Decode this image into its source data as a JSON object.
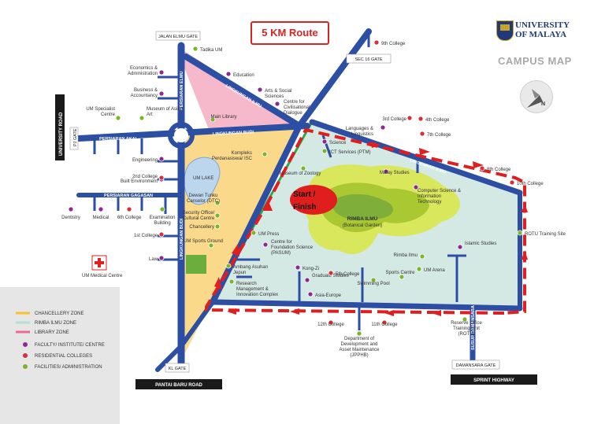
{
  "route_title": "5 KM Route",
  "brand": {
    "line1": "UNIVERSITY",
    "line2": "OF MALAYA",
    "subtitle": "CAMPUS MAP",
    "compass_letter": "N"
  },
  "start_finish": {
    "line1": "Start /",
    "line2": "Finish"
  },
  "gates": {
    "jalan_elmu": "JALAN ELMU GATE",
    "sec16": "SEC 16 GATE",
    "pj": "PJ GATE",
    "kl": "KL GATE",
    "damansara": "DAMANSARA GATE"
  },
  "black_labels": {
    "university_road": "UNIVERSITY ROAD",
    "pantai_baru": "PANTAI BARU ROAD",
    "sprint": "SPRINT HIGHWAY"
  },
  "roads": {
    "persiaran_elmu": "PERSIARAN ELMU",
    "lingkungan_ilmu": "LINGKUNGAN ILMU",
    "persiaran_akal": "PERSIARAN AKAL",
    "lingkungan_budi": "LINGKUNGAN BUDI",
    "persiaran_gagasan": "PERSIARAN GAGASAN",
    "lingkungan_budi_v": "LINGKUNGAN BUDI",
    "persiaran_bernas": "PERSIARAN BERNAS",
    "susur_damansara": "SUSUR DAMANSARA",
    "lingkaran_ilmu": "LINGKARAN ILMU"
  },
  "areas": {
    "um_lake": "UM LAKE",
    "rimba_ilmu": "RIMBA ILMU",
    "botanical": "(Botanical Garden)",
    "um_medical": "UM Medical Centre"
  },
  "legend": {
    "chancellery": "CHANCELLERY ZONE",
    "rimba": "RIMBA ILMU ZONE",
    "library": "LIBRARY ZONE",
    "faculty": "FACULTY/ INSTITUTE/ CENTRE",
    "residential": "RESIDENTIAL COLLEGES",
    "facilities": "FACILITIES/ ADMINISTRATION"
  },
  "colors": {
    "road": "#2c4ea3",
    "library_zone": "#f5b9cb",
    "chancellery_zone": "#fbd98a",
    "rimba_zone": "#d5e9e4",
    "route": "#e01e1e",
    "boundary": "#2fa84a",
    "faculty": "#8c2a8e",
    "residential": "#d6303a",
    "facilities": "#7bb52c"
  },
  "places": [
    {
      "name": "Tadika UM",
      "type": "facilities"
    },
    {
      "name": "Education",
      "type": "faculty"
    },
    {
      "name": "Arts & Social Sciences",
      "type": "faculty"
    },
    {
      "name": "Centre for Civilisational Dialogue",
      "type": "faculty"
    },
    {
      "name": "Economics & Administration",
      "type": "faculty"
    },
    {
      "name": "Business & Accountancy",
      "type": "faculty"
    },
    {
      "name": "UM Specialist Centre",
      "type": "facilities"
    },
    {
      "name": "Museum of Asian Art",
      "type": "facilities"
    },
    {
      "name": "Main Library",
      "type": "facilities"
    },
    {
      "name": "9th College",
      "type": "residential"
    },
    {
      "name": "Science",
      "type": "faculty"
    },
    {
      "name": "ICT Services (PTM)",
      "type": "facilities"
    },
    {
      "name": "Dentistry",
      "type": "faculty"
    },
    {
      "name": "3rd College",
      "type": "residential"
    },
    {
      "name": "4th College",
      "type": "residential"
    },
    {
      "name": "Languages & Linguistics",
      "type": "faculty"
    },
    {
      "name": "7th College",
      "type": "residential"
    },
    {
      "name": "Kompleks Perdanasiswa/ ISC",
      "type": "facilities"
    },
    {
      "name": "Museum of Zoology",
      "type": "facilities"
    },
    {
      "name": "Malay Studies",
      "type": "faculty"
    },
    {
      "name": "8th College",
      "type": "residential"
    },
    {
      "name": "10th College",
      "type": "residential"
    },
    {
      "name": "Engineering",
      "type": "faculty"
    },
    {
      "name": "Built Environment",
      "type": "faculty"
    },
    {
      "name": "2nd College",
      "type": "residential"
    },
    {
      "name": "Computer Science & Information Technology",
      "type": "faculty"
    },
    {
      "name": "Dewan Tunku Canselor (DTC)",
      "type": "facilities"
    },
    {
      "name": "Security Office/ Cultural Centre",
      "type": "facilities"
    },
    {
      "name": "Chancellery",
      "type": "facilities"
    },
    {
      "name": "Islamic Studies",
      "type": "faculty"
    },
    {
      "name": "ROTU Training Site",
      "type": "facilities"
    },
    {
      "name": "Medical",
      "type": "faculty"
    },
    {
      "name": "6th College",
      "type": "residential"
    },
    {
      "name": "Examination Building",
      "type": "facilities"
    },
    {
      "name": "1st College",
      "type": "residential"
    },
    {
      "name": "Law",
      "type": "faculty"
    },
    {
      "name": "UM Press",
      "type": "facilities"
    },
    {
      "name": "Centre for Foundation Science (PASUM)",
      "type": "faculty"
    },
    {
      "name": "UM Sports Ground",
      "type": "facilities"
    },
    {
      "name": "Kong-Zi",
      "type": "faculty"
    },
    {
      "name": "Graduate Studies",
      "type": "faculty"
    },
    {
      "name": "Ambang Asuhan Jepun",
      "type": "facilities"
    },
    {
      "name": "5th College",
      "type": "residential"
    },
    {
      "name": "Swimming Pool",
      "type": "facilities"
    },
    {
      "name": "Sports Centre",
      "type": "facilities"
    },
    {
      "name": "UM Arena",
      "type": "facilities"
    },
    {
      "name": "Rimba Ilmu",
      "type": "facilities"
    },
    {
      "name": "Research Management & Innovation Complex",
      "type": "facilities"
    },
    {
      "name": "Asia-Europe",
      "type": "faculty"
    },
    {
      "name": "12th College",
      "type": "residential"
    },
    {
      "name": "11th College",
      "type": "residential"
    },
    {
      "name": "Reserve Office Training Unit (ROTU)",
      "type": "facilities"
    },
    {
      "name": "Department of Development and Asset Maintenance (JPPHB)",
      "type": "facilities"
    }
  ]
}
